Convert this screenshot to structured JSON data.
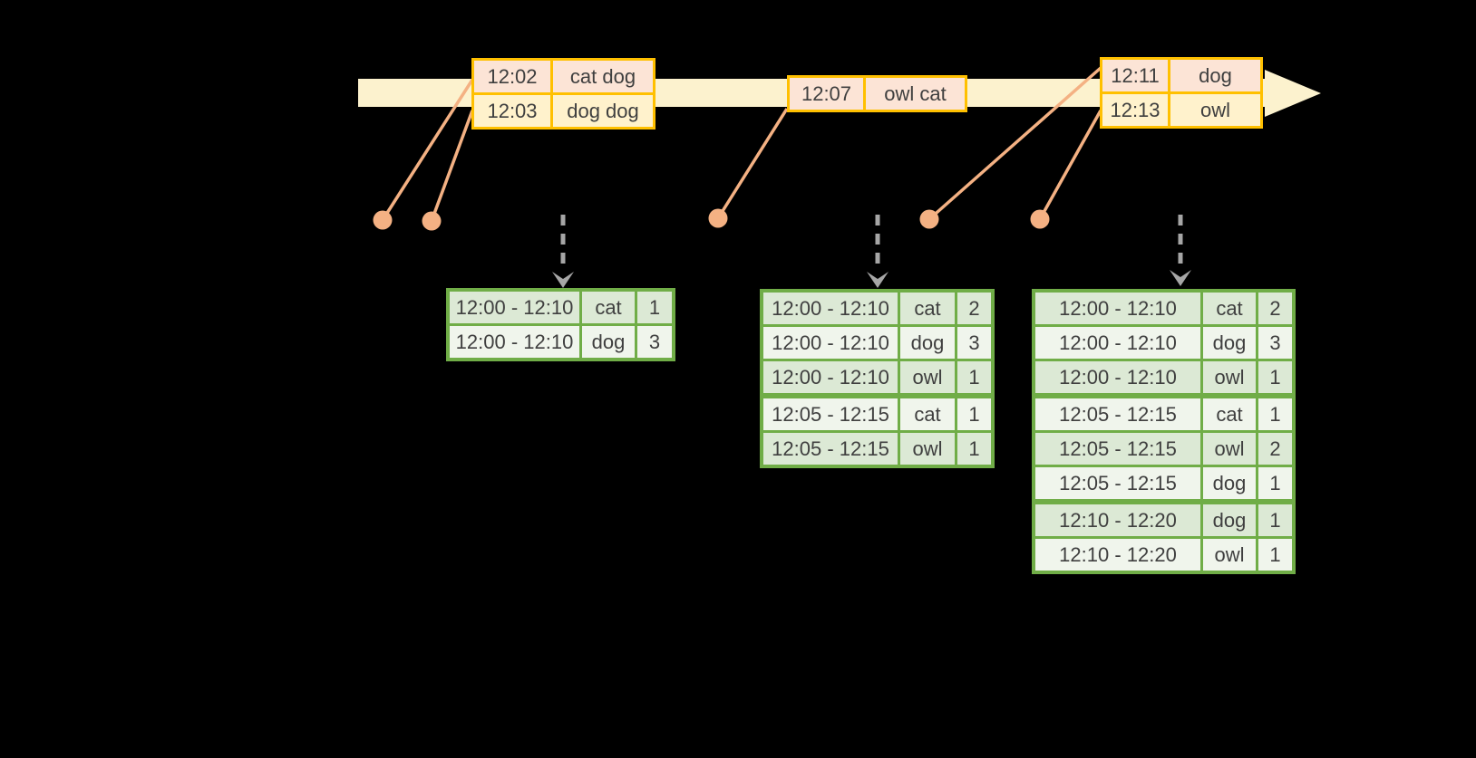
{
  "colors": {
    "background": "#000000",
    "timeline_fill": "#FCF2CE",
    "event_table_border": "#FFC000",
    "event_row_peach": "#FCE4D6",
    "event_row_cream": "#FFF2CC",
    "connector_orange": "#F4B183",
    "trigger_gray": "#A6A6A6",
    "result_table_border": "#70AD47",
    "result_row_dark": "#DCE9D5",
    "result_row_light": "#F0F5EC",
    "text": "#3F3F3F"
  },
  "icons": {
    "timeline_arrow": "right-arrow",
    "trigger_arrow": "down-dashed-arrow",
    "event_marker": "dot"
  },
  "event_tables": [
    {
      "rows": [
        {
          "time": "12:02",
          "words": "cat dog"
        },
        {
          "time": "12:03",
          "words": "dog dog"
        }
      ]
    },
    {
      "rows": [
        {
          "time": "12:07",
          "words": "owl cat"
        }
      ]
    },
    {
      "rows": [
        {
          "time": "12:11",
          "words": "dog"
        },
        {
          "time": "12:13",
          "words": "owl"
        }
      ]
    }
  ],
  "result_tables": [
    {
      "rows": [
        {
          "window": "12:00 - 12:10",
          "word": "cat",
          "count": 1
        },
        {
          "window": "12:00 - 12:10",
          "word": "dog",
          "count": 3
        }
      ]
    },
    {
      "rows": [
        {
          "window": "12:00 - 12:10",
          "word": "cat",
          "count": 2
        },
        {
          "window": "12:00 - 12:10",
          "word": "dog",
          "count": 3
        },
        {
          "window": "12:00 - 12:10",
          "word": "owl",
          "count": 1
        },
        {
          "window": "12:05 - 12:15",
          "word": "cat",
          "count": 1
        },
        {
          "window": "12:05 - 12:15",
          "word": "owl",
          "count": 1
        }
      ]
    },
    {
      "rows": [
        {
          "window": "12:00 - 12:10",
          "word": "cat",
          "count": 2
        },
        {
          "window": "12:00 - 12:10",
          "word": "dog",
          "count": 3
        },
        {
          "window": "12:00 - 12:10",
          "word": "owl",
          "count": 1
        },
        {
          "window": "12:05 - 12:15",
          "word": "cat",
          "count": 1
        },
        {
          "window": "12:05 - 12:15",
          "word": "owl",
          "count": 2
        },
        {
          "window": "12:05 - 12:15",
          "word": "dog",
          "count": 1
        },
        {
          "window": "12:10 - 12:20",
          "word": "dog",
          "count": 1
        },
        {
          "window": "12:10 - 12:20",
          "word": "owl",
          "count": 1
        }
      ]
    }
  ]
}
